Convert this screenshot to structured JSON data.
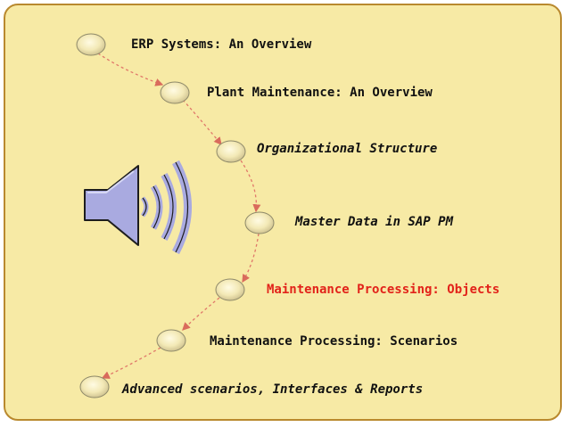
{
  "slide": {
    "background": "#f7eaa5",
    "border_color": "#b9892e",
    "active_item_color": "#e2231a",
    "connector_color": "#e0786a",
    "items": [
      {
        "label": "ERP Systems: An Overview",
        "italic": false,
        "active": false
      },
      {
        "label": "Plant Maintenance: An Overview",
        "italic": false,
        "active": false
      },
      {
        "label": "Organizational Structure",
        "italic": true,
        "active": false
      },
      {
        "label": "Master Data in SAP PM",
        "italic": true,
        "active": false
      },
      {
        "label": "Maintenance Processing: Objects",
        "italic": false,
        "active": true
      },
      {
        "label": "Maintenance Processing: Scenarios",
        "italic": false,
        "active": false
      },
      {
        "label": "Advanced scenarios, Interfaces & Reports",
        "italic": true,
        "active": false
      }
    ],
    "speaker_icon": "speaker-sound-icon"
  }
}
